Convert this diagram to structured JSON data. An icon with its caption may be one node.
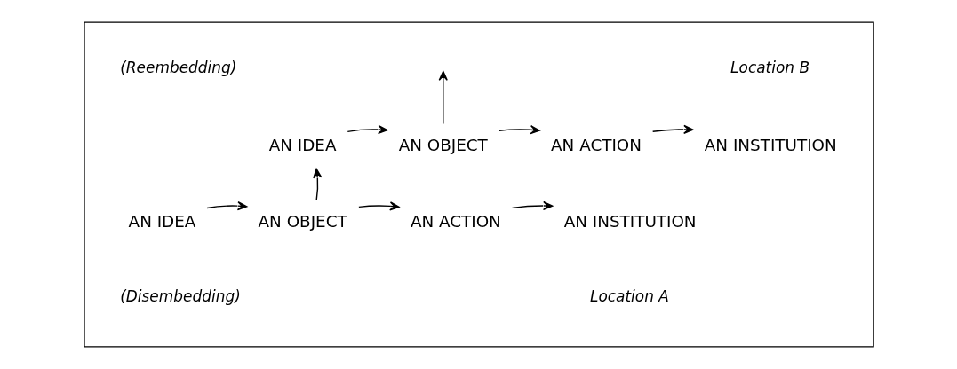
{
  "diagram": {
    "nodes": [
      {
        "text": [],
        "shape": "box"
      },
      {
        "text": [
          "AN IDEA"
        ],
        "in": 0
      },
      {
        "text": [
          "AN OBJECT"
        ],
        "in": 0
      },
      {
        "text": [
          "AN ACTION"
        ],
        "in": 0
      },
      {
        "text": [
          "AN INSTITUTION"
        ],
        "in": 0
      },
      {
        "text": [
          "AN IDEA"
        ],
        "in": 0
      },
      {
        "text": [
          "AN OBJECT"
        ],
        "in": 0
      },
      {
        "text": [
          "AN ACTION"
        ],
        "in": 0
      },
      {
        "text": [
          "AN INSTITUTION"
        ],
        "in": 0
      }
    ],
    "edges": [
      {
        "from": 2,
        "to": null,
        "arrow": "to"
      },
      {
        "from": 1,
        "to": 2,
        "arrow": "to"
      },
      {
        "from": 2,
        "to": 3,
        "arrow": "to"
      },
      {
        "from": 3,
        "to": 4,
        "arrow": "to"
      },
      {
        "from": 6,
        "to": 1,
        "arrow": "to"
      },
      {
        "from": 5,
        "to": 6,
        "arrow": "to"
      },
      {
        "from": 6,
        "to": 7,
        "arrow": "to"
      },
      {
        "from": 7,
        "to": 8,
        "arrow": "to"
      }
    ],
    "labels": [
      "Location B",
      "(Reembedding)",
      "(Disembedding)",
      "Location A"
    ]
  }
}
